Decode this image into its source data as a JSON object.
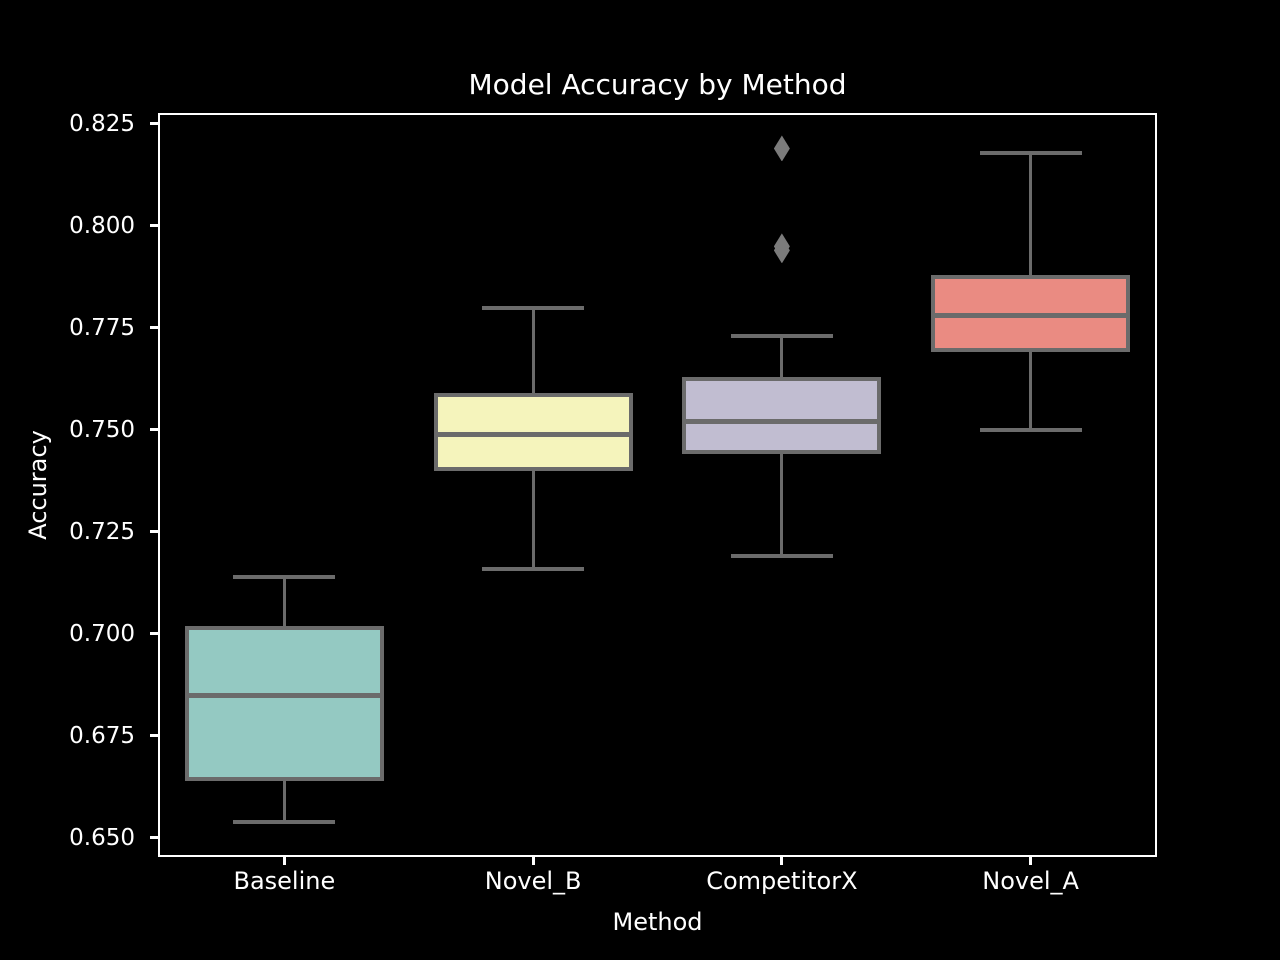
{
  "figure": {
    "background": "#000000",
    "text_color": "#ffffff",
    "axis_color": "#ffffff"
  },
  "chart_data": {
    "type": "boxplot",
    "title": "Model Accuracy by Method",
    "xlabel": "Method",
    "ylabel": "Accuracy",
    "categories": [
      "Baseline",
      "Novel_B",
      "CompetitorX",
      "Novel_A"
    ],
    "ylim": [
      0.6458,
      0.8272
    ],
    "y_ticks": [
      0.65,
      0.675,
      0.7,
      0.725,
      0.75,
      0.775,
      0.8,
      0.825
    ],
    "y_tick_labels": [
      "0.650",
      "0.675",
      "0.700",
      "0.725",
      "0.750",
      "0.775",
      "0.800",
      "0.825"
    ],
    "grid": false,
    "legend": null,
    "box_line_color": "#6b6b6b",
    "flier_color": "#7b7b7b",
    "series": [
      {
        "category": "Baseline",
        "whisker_low": 0.654,
        "q1": 0.664,
        "median": 0.685,
        "q3": 0.702,
        "whisker_high": 0.714,
        "outliers": [],
        "fill_color": "#94c9c2"
      },
      {
        "category": "Novel_B",
        "whisker_low": 0.716,
        "q1": 0.74,
        "median": 0.749,
        "q3": 0.759,
        "whisker_high": 0.78,
        "outliers": [],
        "fill_color": "#f5f4bc"
      },
      {
        "category": "CompetitorX",
        "whisker_low": 0.719,
        "q1": 0.744,
        "median": 0.752,
        "q3": 0.763,
        "whisker_high": 0.773,
        "outliers": [
          0.794,
          0.795,
          0.819
        ],
        "fill_color": "#c1bdd1"
      },
      {
        "category": "Novel_A",
        "whisker_low": 0.75,
        "q1": 0.769,
        "median": 0.778,
        "q3": 0.788,
        "whisker_high": 0.818,
        "outliers": [],
        "fill_color": "#ea8b82"
      }
    ]
  }
}
